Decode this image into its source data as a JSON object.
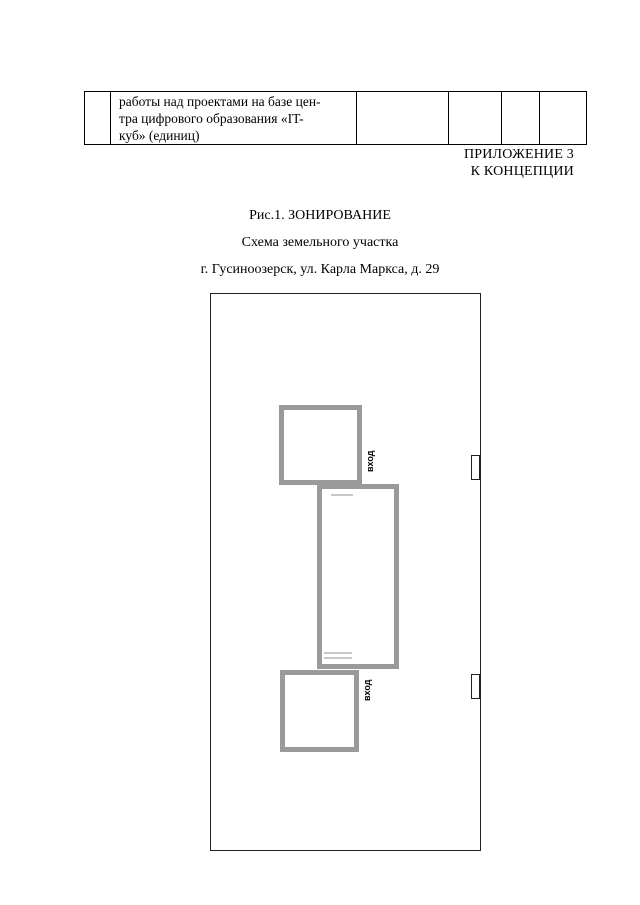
{
  "table": {
    "row_text": "работы над проектами на базе центра цифрового образования «IT-куб» (единиц)",
    "row_text_lines": [
      "работы над проектами на базе цен-",
      "тра цифрового образования «IT-",
      "куб» (единиц)"
    ]
  },
  "appendix": {
    "line1": "ПРИЛОЖЕНИЕ 3",
    "line2": "К КОНЦЕПЦИИ"
  },
  "figure": {
    "title": "Рис.1. ЗОНИРОВАНИЕ",
    "subtitle": "Схема земельного участка",
    "address": "г. Гусиноозерск, ул. Карла Маркса, д. 29"
  },
  "plan": {
    "entrance_top_label": "вход",
    "entrance_bottom_label": "вход",
    "wall_color": "#9a9a9a",
    "border_color": "#222222"
  }
}
